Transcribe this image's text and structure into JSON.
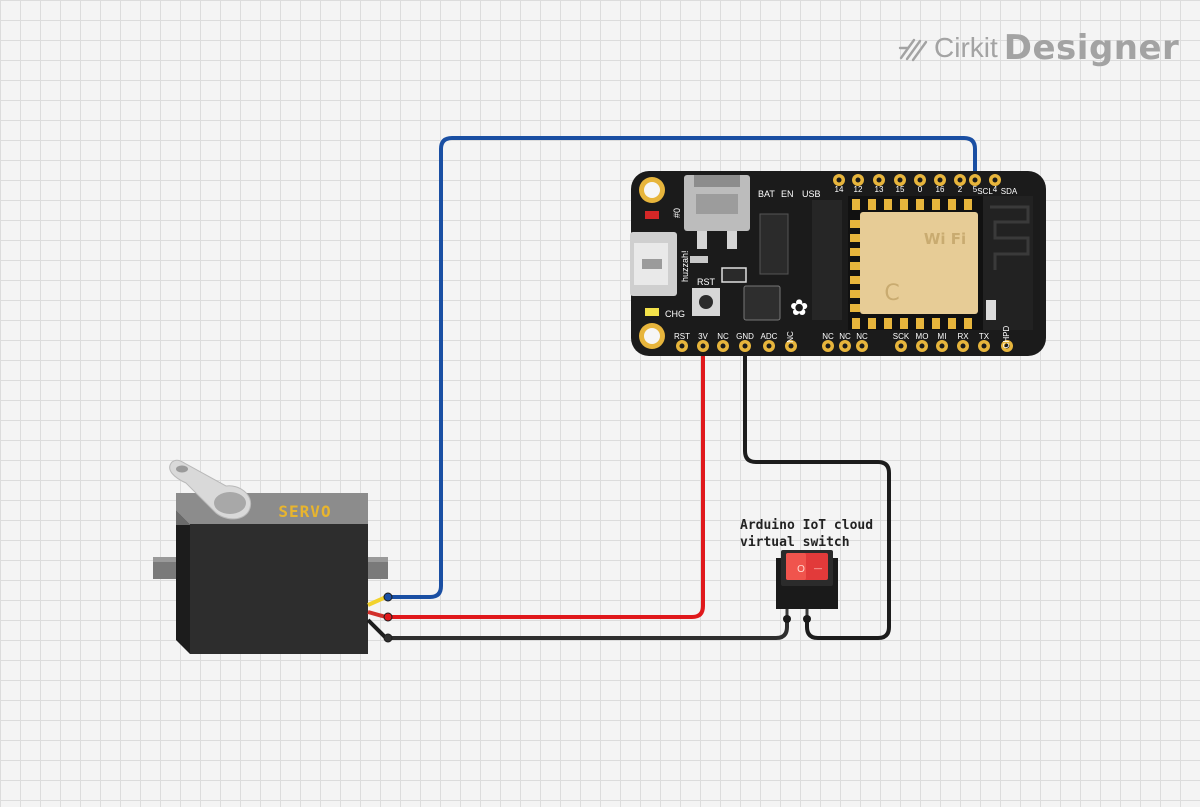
{
  "app": {
    "brand_prefix": "Cirkit",
    "brand_suffix": "Designer",
    "logo_icon": "cirkit-logo-icon"
  },
  "components": {
    "servo": {
      "label": "SERVO"
    },
    "switch": {
      "label_line1": "Arduino IoT cloud",
      "label_line2": "virtual switch",
      "rocker_on": "O",
      "rocker_off": "—"
    },
    "board": {
      "top_pins": [
        "14",
        "12",
        "13",
        "15",
        "0",
        "16",
        "2",
        "5",
        "4"
      ],
      "top_extra_labels": [
        "SCL",
        "SDA"
      ],
      "bottom_pins": [
        "RST",
        "3V",
        "NC",
        "GND",
        "ADC",
        "NC",
        "NC",
        "NC",
        "NC",
        "SCK",
        "MO",
        "MI",
        "RX",
        "TX",
        "CHPD"
      ],
      "silkscreen": {
        "bat": "BAT",
        "en": "EN",
        "usb": "USB",
        "rst": "RST",
        "chg": "CHG",
        "hash0": "#0",
        "huzzah": "huzzah!"
      },
      "wifi_mark": "Wi Fi"
    }
  },
  "wires": [
    {
      "from": "servo-signal",
      "to": "board-5-scl",
      "color": "#1a4fa3"
    },
    {
      "from": "servo-power",
      "to": "board-3v",
      "color": "#e0191c"
    },
    {
      "from": "servo-ground",
      "to": "switch-pin-1",
      "color": "#2e2e2e"
    },
    {
      "from": "switch-pin-2",
      "to": "board-gnd",
      "color": "#1c1c1c"
    }
  ],
  "colors": {
    "board": "#1b1b1b",
    "pin_gold": "#e7b53c",
    "servo_body": "#2b2b2b",
    "servo_top": "#8a8a8a",
    "servo_label": "#e8b52e",
    "switch_red": "#e23a3a"
  }
}
